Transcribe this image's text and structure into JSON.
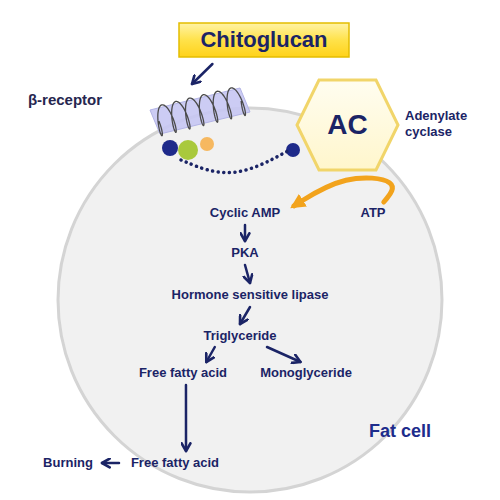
{
  "diagram": {
    "nodes": [
      {
        "text": [
          "Chitoglucan"
        ]
      },
      {
        "text": [
          "β-receptor"
        ]
      },
      {
        "text": [
          "AC",
          "Adenylate cyclase"
        ]
      },
      {
        "text": [
          "Fat cell"
        ]
      },
      {
        "text": [
          "Cyclic AMP"
        ],
        "in": 3
      },
      {
        "text": [
          "ATP"
        ],
        "in": 3
      },
      {
        "text": [
          "PKA"
        ],
        "in": 3
      },
      {
        "text": [
          "Hormone sensitive lipase"
        ],
        "in": 3
      },
      {
        "text": [
          "Triglyceride"
        ],
        "in": 3
      },
      {
        "text": [
          "Free fatty acid"
        ],
        "in": 3
      },
      {
        "text": [
          "Monoglyceride"
        ],
        "in": 3
      },
      {
        "text": [
          "Burning"
        ]
      },
      {
        "text": [
          "Free fatty acid"
        ]
      }
    ],
    "edges": [
      {
        "from": 0,
        "to": 1,
        "arrow": "to"
      },
      {
        "from": 1,
        "to": 2,
        "arrow": "none"
      },
      {
        "from": 5,
        "to": 4,
        "arrow": "to"
      },
      {
        "from": 4,
        "to": 6,
        "arrow": "to"
      },
      {
        "from": 6,
        "to": 7,
        "arrow": "to"
      },
      {
        "from": 7,
        "to": 8,
        "arrow": "to"
      },
      {
        "from": 8,
        "to": 9,
        "arrow": "to"
      },
      {
        "from": 8,
        "to": 10,
        "arrow": "to"
      },
      {
        "from": 9,
        "to": 12,
        "arrow": "to"
      },
      {
        "from": 12,
        "to": 11,
        "arrow": "to"
      }
    ]
  }
}
